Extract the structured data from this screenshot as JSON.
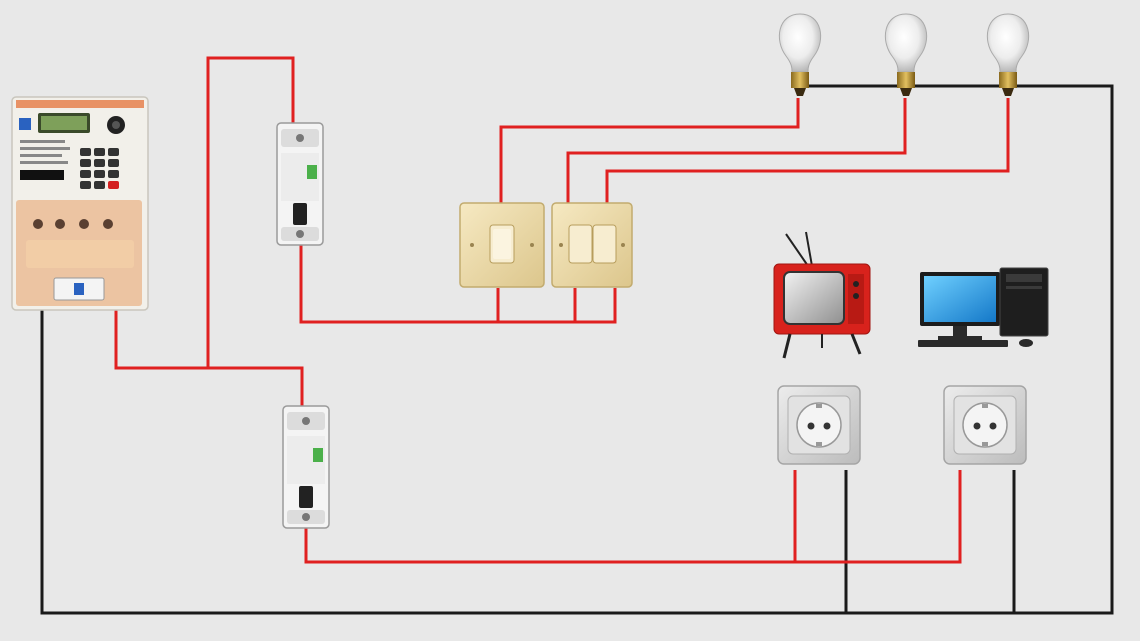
{
  "diagram": {
    "background": "#e8e8e8",
    "colors": {
      "live_wire": "#e02020",
      "neutral_wire": "#1a1a1a",
      "switch_plate": "#efdfae",
      "socket_plate": "#d6d6d6",
      "tv_body": "#d8221c",
      "monitor_screen": "#2a9fe0"
    },
    "meter": {
      "icon": "electricity-meter-icon",
      "label_lines": [
        "",
        "",
        "",
        "",
        ""
      ]
    },
    "breakers": [
      {
        "icon": "circuit-breaker-icon",
        "circuit": "lighting"
      },
      {
        "icon": "circuit-breaker-icon",
        "circuit": "sockets"
      }
    ],
    "switches": [
      {
        "icon": "single-light-switch-icon",
        "gangs": 1
      },
      {
        "icon": "double-light-switch-icon",
        "gangs": 2
      }
    ],
    "bulbs": [
      {
        "icon": "light-bulb-icon"
      },
      {
        "icon": "light-bulb-icon"
      },
      {
        "icon": "light-bulb-icon"
      }
    ],
    "sockets": [
      {
        "icon": "wall-socket-icon",
        "appliance": "tv-icon"
      },
      {
        "icon": "wall-socket-icon",
        "appliance": "desktop-computer-icon"
      }
    ]
  }
}
